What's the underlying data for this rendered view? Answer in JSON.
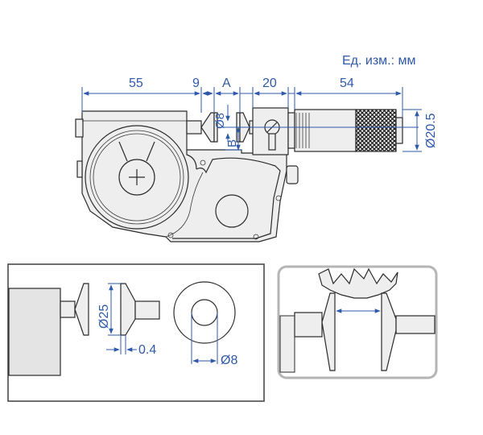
{
  "units_label": "Ед. изм.: мм",
  "top_dimensions": {
    "d55": "55",
    "d9": "9",
    "dA": "A",
    "d20": "20",
    "d54": "54",
    "d8": "Ø8",
    "dB": "B",
    "d20_5": "Ø20.5"
  },
  "detail_left": {
    "d25": "Ø25",
    "d0_4": "0.4",
    "d8": "Ø8"
  },
  "colors": {
    "dimension": "#2f5aa8",
    "outline": "#2b2b2b",
    "body": "#eeeeee"
  }
}
